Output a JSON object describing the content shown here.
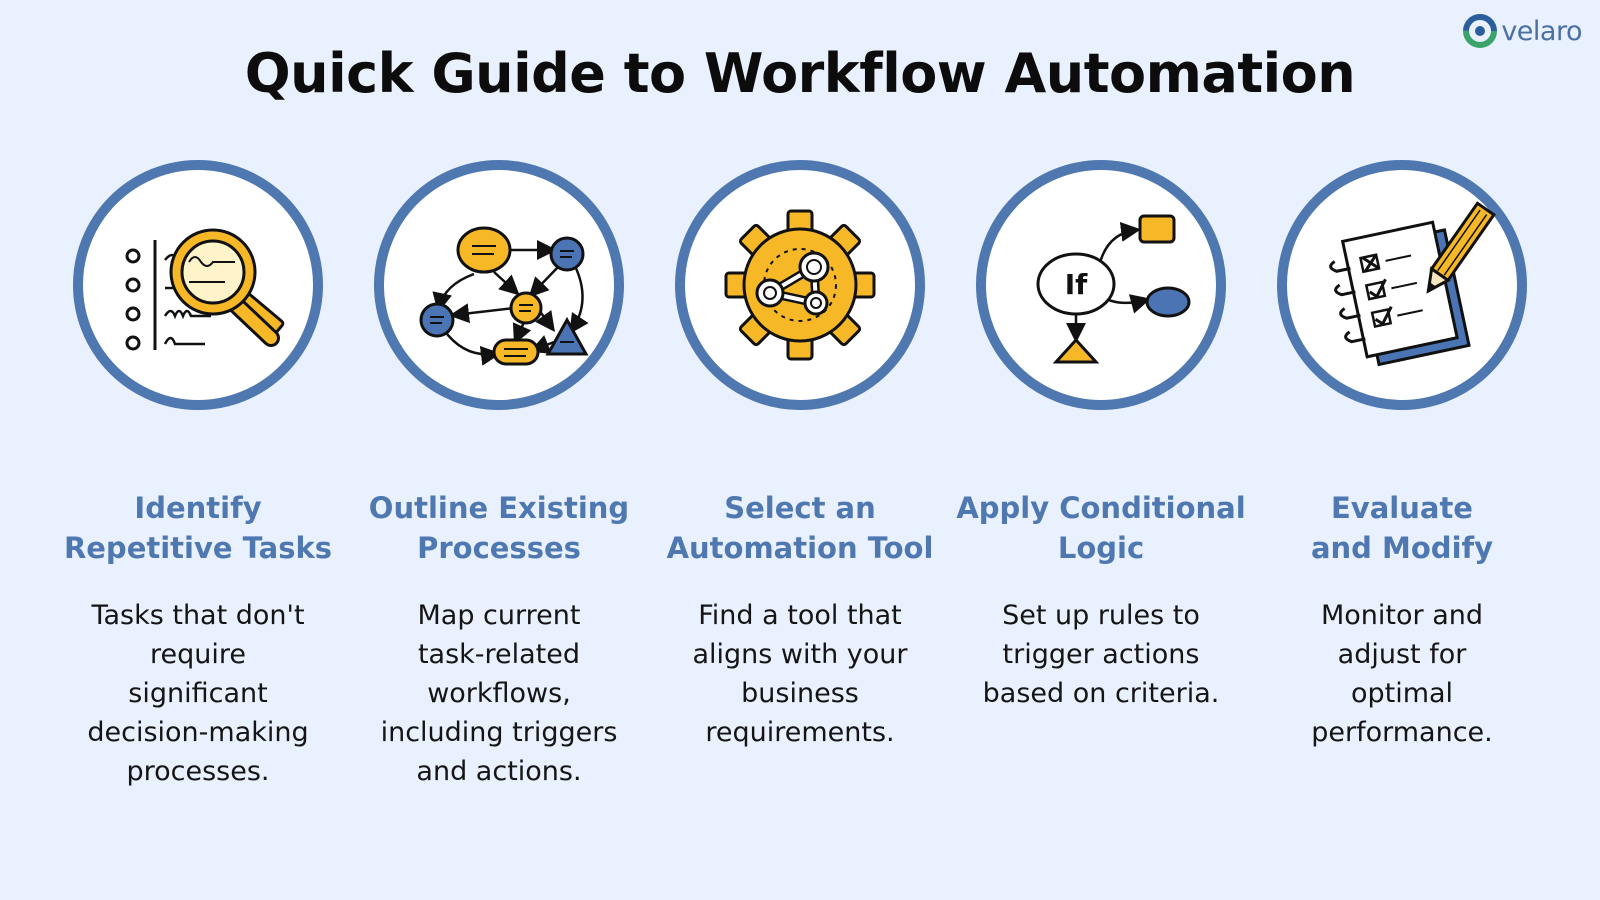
{
  "brand": {
    "name": "velaro",
    "color": "#4a6fa5",
    "icon": "velaro-logo-icon"
  },
  "title": "Quick Guide to Workflow Automation",
  "colors": {
    "background": "#e8f1fd",
    "circle_ring": "#4f77b0",
    "accent_yellow": "#f6b827",
    "accent_blue": "#4a74b3",
    "heading_text": "#4f77b0"
  },
  "steps": [
    {
      "icon": "magnifier-checklist-icon",
      "title_lines": [
        "Identify",
        "Repetitive Tasks"
      ],
      "desc_lines": [
        "Tasks that don't",
        "require",
        "significant",
        "decision-making",
        "processes."
      ]
    },
    {
      "icon": "process-map-icon",
      "title_lines": [
        "Outline Existing",
        "Processes"
      ],
      "desc_lines": [
        "Map current",
        "task-related",
        "workflows,",
        "including triggers",
        "and actions."
      ]
    },
    {
      "icon": "gear-automation-icon",
      "title_lines": [
        "Select an",
        "Automation Tool"
      ],
      "desc_lines": [
        "Find a tool that",
        "aligns with your",
        "business",
        "requirements."
      ]
    },
    {
      "icon": "if-branch-logic-icon",
      "if_label": "If",
      "title_lines": [
        "Apply Conditional",
        "Logic"
      ],
      "desc_lines": [
        "Set up rules to",
        "trigger actions",
        "based on criteria."
      ]
    },
    {
      "icon": "notepad-checklist-pencil-icon",
      "title_lines": [
        "Evaluate",
        "and Modify"
      ],
      "desc_lines": [
        "Monitor and",
        "adjust  for",
        "optimal",
        "performance."
      ]
    }
  ]
}
